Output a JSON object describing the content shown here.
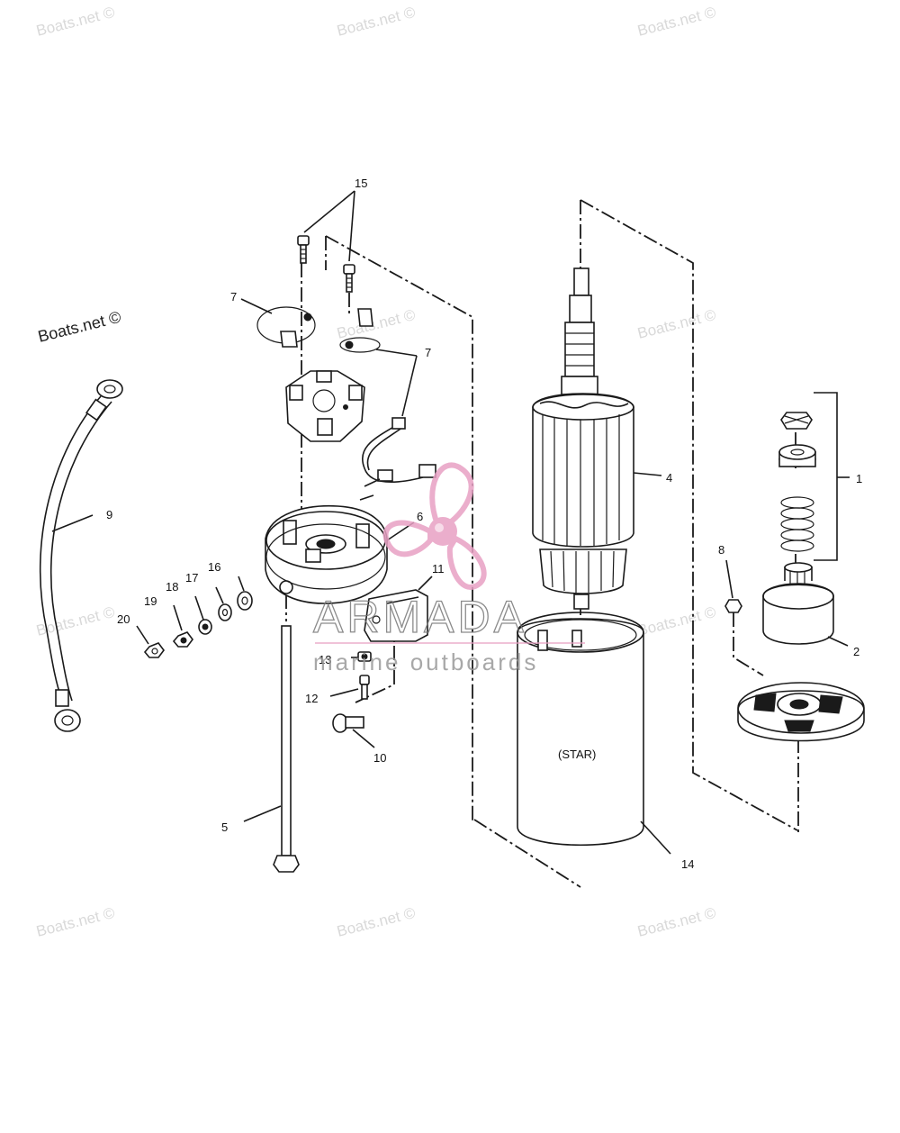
{
  "watermarks": {
    "text": "Boats.net ©",
    "prominent": "Boats.net ©"
  },
  "logo": {
    "name": "ARMADA",
    "tagline": "marine outboards",
    "accent_color": "#e8a0c4"
  },
  "housing_label": "(STAR)",
  "callouts": {
    "c1": "1",
    "c2": "2",
    "c4": "4",
    "c5": "5",
    "c6": "6",
    "c7a": "7",
    "c7b": "7",
    "c8": "8",
    "c9": "9",
    "c10": "10",
    "c11": "11",
    "c12": "12",
    "c13": "13",
    "c14": "14",
    "c15": "15",
    "c16": "16",
    "c17": "17",
    "c18": "18",
    "c19": "19",
    "c20": "20"
  }
}
